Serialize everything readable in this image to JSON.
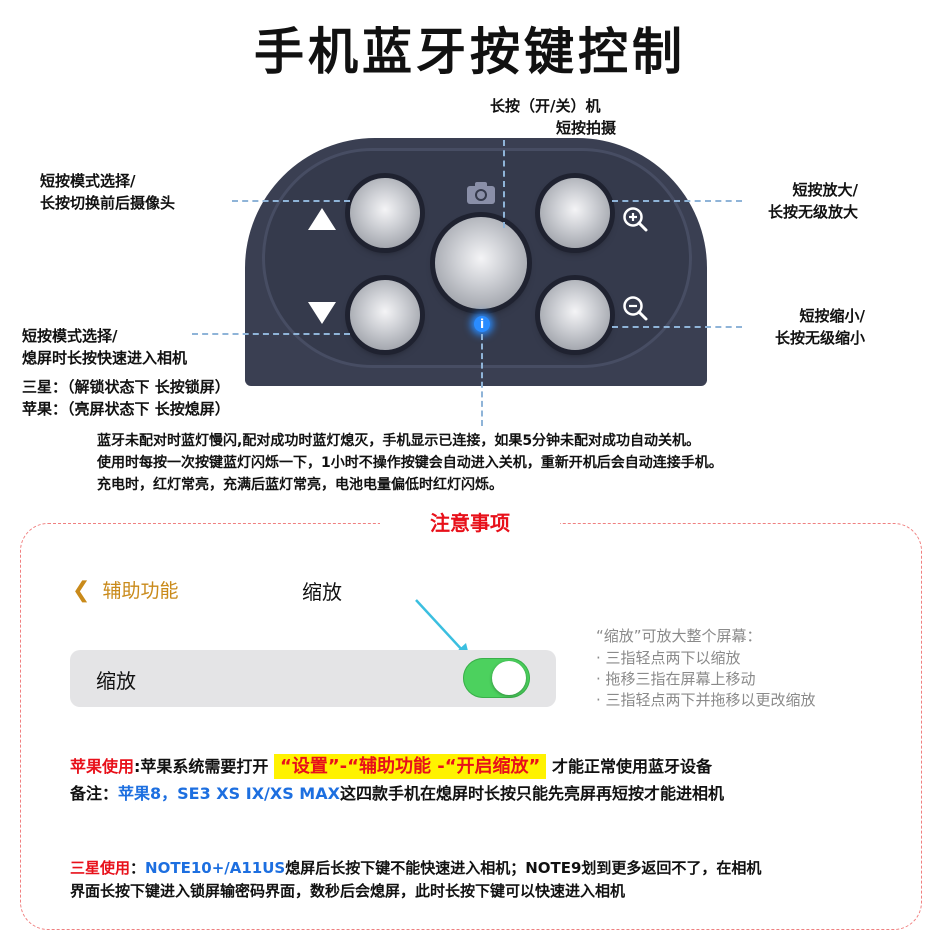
{
  "title": "手机蓝牙按键控制",
  "labels": {
    "power_line1": "长按（开/关）机",
    "power_line2": "短按拍摄",
    "upleft_line1": "短按模式选择/",
    "upleft_line2": "长按切换前后摄像头",
    "zoomin_line1": "短按放大/",
    "zoomin_line2": "长按无级放大",
    "downleft_line1": "短按模式选择/",
    "downleft_line2": "熄屏时长按快速进入相机",
    "zoomout_line1": "短按缩小/",
    "zoomout_line2": "长按无级缩小",
    "samsung": "三星：（解锁状态下 长按锁屏）",
    "apple": "苹果：（亮屏状态下 长按熄屏）"
  },
  "icons": {
    "camera": "camera-icon",
    "zoom_in": "zoom-in-icon",
    "zoom_out": "zoom-out-icon",
    "info": "info-icon",
    "up": "triangle-up-icon",
    "down": "triangle-down-icon"
  },
  "indicator_letter": "i",
  "description": [
    "蓝牙未配对时蓝灯慢闪,配对成功时蓝灯熄灭，手机显示已连接，如果5分钟未配对成功自动关机。",
    "使用时每按一次按键蓝灯闪烁一下，1小时不操作按键会自动进入关机，重新开机后会自动连接手机。",
    "充电时，红灯常亮，充满后蓝灯常亮，电池电量偏低时红灯闪烁。"
  ],
  "notice": {
    "title": "注意事项",
    "settings": {
      "back_label": "辅助功能",
      "page_title": "缩放",
      "row_label": "缩放",
      "toggle_on": true
    },
    "side_note": {
      "heading": "“缩放”可放大整个屏幕：",
      "items": [
        "三指轻点两下以缩放",
        "拖移三指在屏幕上移动",
        "三指轻点两下并拖移以更改缩放"
      ]
    },
    "apple_usage": {
      "prefix": "苹果使用",
      "text1": ":苹果系统需要打开",
      "highlight": "“设置”-“辅助功能  -“开启缩放”",
      "text2": "才能正常使用蓝牙设备"
    },
    "remark": {
      "prefix": "备注：",
      "models": "苹果8，SE3 XS  IX/XS MAX",
      "text": "这四款手机在熄屏时长按只能先亮屏再短按才能进相机"
    },
    "samsung_usage": {
      "prefix": "三星使用",
      "colon": "：",
      "models": "NOTE10+/A11US",
      "text1": "熄屏后长按下键不能快速进入相机；NOTE9划到更多返回不了，在相机",
      "text2": "界面长按下键进入锁屏输密码界面，数秒后会熄屏，此时长按下键可以快速进入相机"
    }
  },
  "colors": {
    "accent_red": "#e8101a",
    "accent_blue": "#1d6fe0",
    "highlight_yellow": "#fff200",
    "toggle_green": "#4cd15e",
    "back_orange": "#c98a1a"
  }
}
